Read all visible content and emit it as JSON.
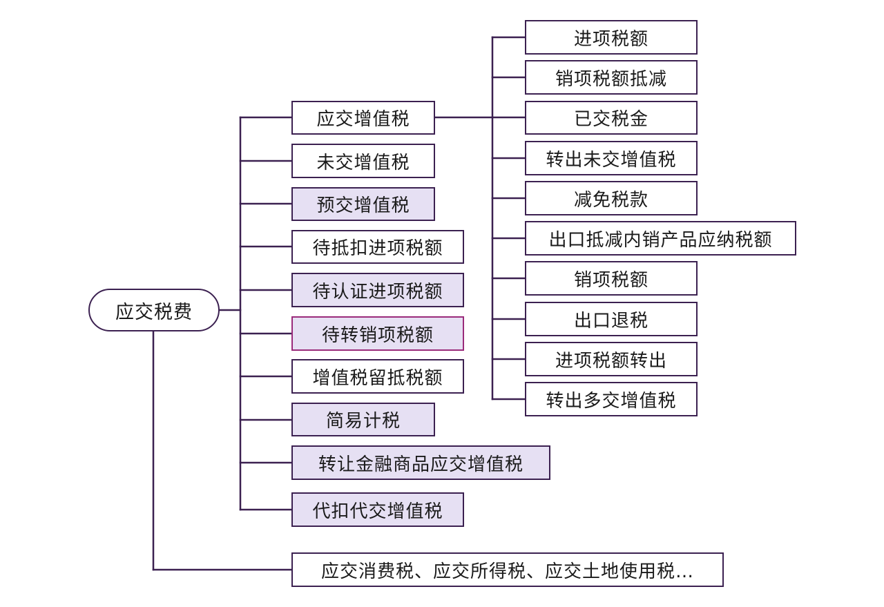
{
  "colors": {
    "line": "#3b2050",
    "shaded_fill": "#e6e0f3",
    "highlight_border": "#9a2a7a",
    "text": "#1a1a1a"
  },
  "root": {
    "label": "应交税费"
  },
  "children": [
    "应交增值税",
    "未交增值税",
    "预交增值税",
    "待抵扣进项税额",
    "待认证进项税额",
    "待转销项税额",
    "增值税留抵税额",
    "简易计税",
    "转让金融商品应交增值税",
    "代扣代交增值税"
  ],
  "vat_subitems": [
    "进项税额",
    "销项税额抵减",
    "已交税金",
    "转出未交增值税",
    "减免税款",
    "出口抵减内销产品应纳税额",
    "销项税额",
    "出口退税",
    "进项税额转出",
    "转出多交增值税"
  ],
  "other_taxes": {
    "label": "应交消费税、应交所得税、应交土地使用税…"
  }
}
